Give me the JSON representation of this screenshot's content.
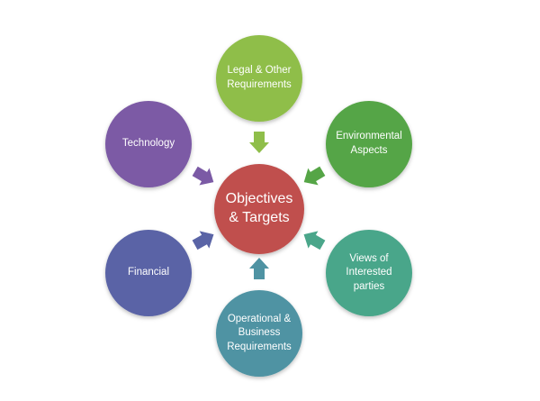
{
  "diagram": {
    "center": {
      "label": "Objectives\n& Targets",
      "color": "#c0504d"
    },
    "nodes": [
      {
        "id": "legal",
        "label": "Legal & Other\nRequirements",
        "color": "#8fbe4a"
      },
      {
        "id": "environmental",
        "label": "Environmental\nAspects",
        "color": "#55a546"
      },
      {
        "id": "views",
        "label": "Views of\nInterested\nparties",
        "color": "#4aa68a"
      },
      {
        "id": "operational",
        "label": "Operational &\nBusiness\nRequirements",
        "color": "#4f93a3"
      },
      {
        "id": "financial",
        "label": "Financial",
        "color": "#5a64a6"
      },
      {
        "id": "technology",
        "label": "Technology",
        "color": "#7b5aa5"
      }
    ]
  }
}
